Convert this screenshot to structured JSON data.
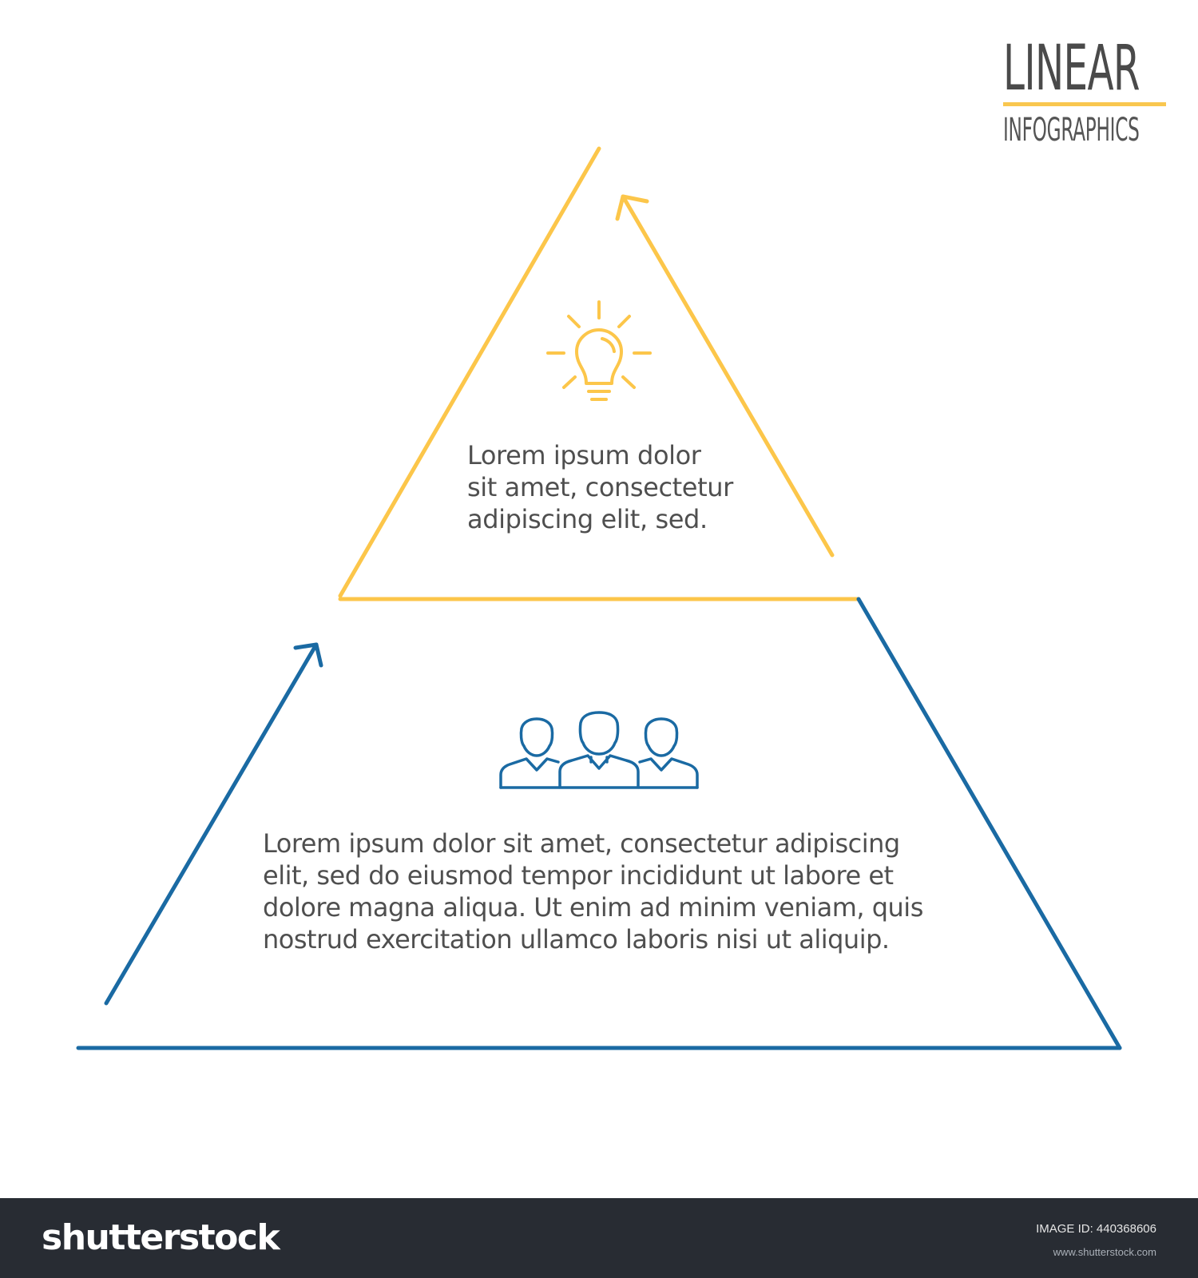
{
  "brand": {
    "title": "LINEAR",
    "subtitle": "INFOGRAPHICS",
    "accent_color": "#f9c74f"
  },
  "top_block": {
    "color": "#fcc64a",
    "icon": "lightbulb-icon",
    "text": "Lorem ipsum dolor\nsit amet, consectetur\nadipiscing  elit, sed."
  },
  "bottom_block": {
    "color": "#1a6aa3",
    "icon": "team-people-icon",
    "text": "Lorem ipsum dolor sit amet, consectetur adipiscing\nelit, sed do eiusmod tempor incididunt ut labore et\ndolore magna aliqua. Ut enim ad minim veniam, quis\nnostrud exercitation ullamco laboris nisi ut aliquip."
  },
  "footer": {
    "logo": "shutterstock",
    "image_id": "IMAGE ID: 440368606",
    "url": "www.shutterstock.com",
    "background": "#282c33"
  }
}
